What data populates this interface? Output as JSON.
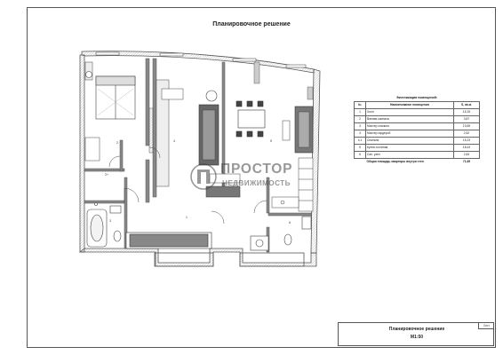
{
  "page": {
    "title": "Планировочное решение"
  },
  "explication": {
    "title": "Экспликация помещений:",
    "headers": [
      "№",
      "Наименование помещения",
      "S, кв.м."
    ],
    "rows": [
      {
        "num": "1",
        "name": "Холл",
        "area": "15,15"
      },
      {
        "num": "2",
        "name": "Ванная комната",
        "area": "3,87"
      },
      {
        "num": "3",
        "name": "Мастер спальня",
        "area": "13,69"
      },
      {
        "num": "3",
        "name": "Мастер гардероб",
        "area": "2,52"
      },
      {
        "num": "4.1",
        "name": "Спальня",
        "area": "15,23"
      },
      {
        "num": "5",
        "name": "Кухня-гостиная",
        "area": "18,43"
      },
      {
        "num": "6",
        "name": "Сан. узел",
        "area": "2,84"
      }
    ],
    "total_label": "Общая площадь квартиры внутри стен",
    "total_value": "71,69"
  },
  "stamp": {
    "title": "Планировочное решение",
    "scale": "М1:50",
    "sheet_label": "Лист"
  },
  "watermark": {
    "name": "ПРОСТОР",
    "subtitle": "НЕДВИЖИМОСТЬ"
  },
  "room_labels": [
    "1",
    "2",
    "3",
    "3",
    "4",
    "5",
    "6",
    "2+"
  ],
  "colors": {
    "wall": "#555555",
    "line": "#444444",
    "hatch": "#bbbbbb",
    "furniture": "#cccccc",
    "dark": "#333333"
  }
}
